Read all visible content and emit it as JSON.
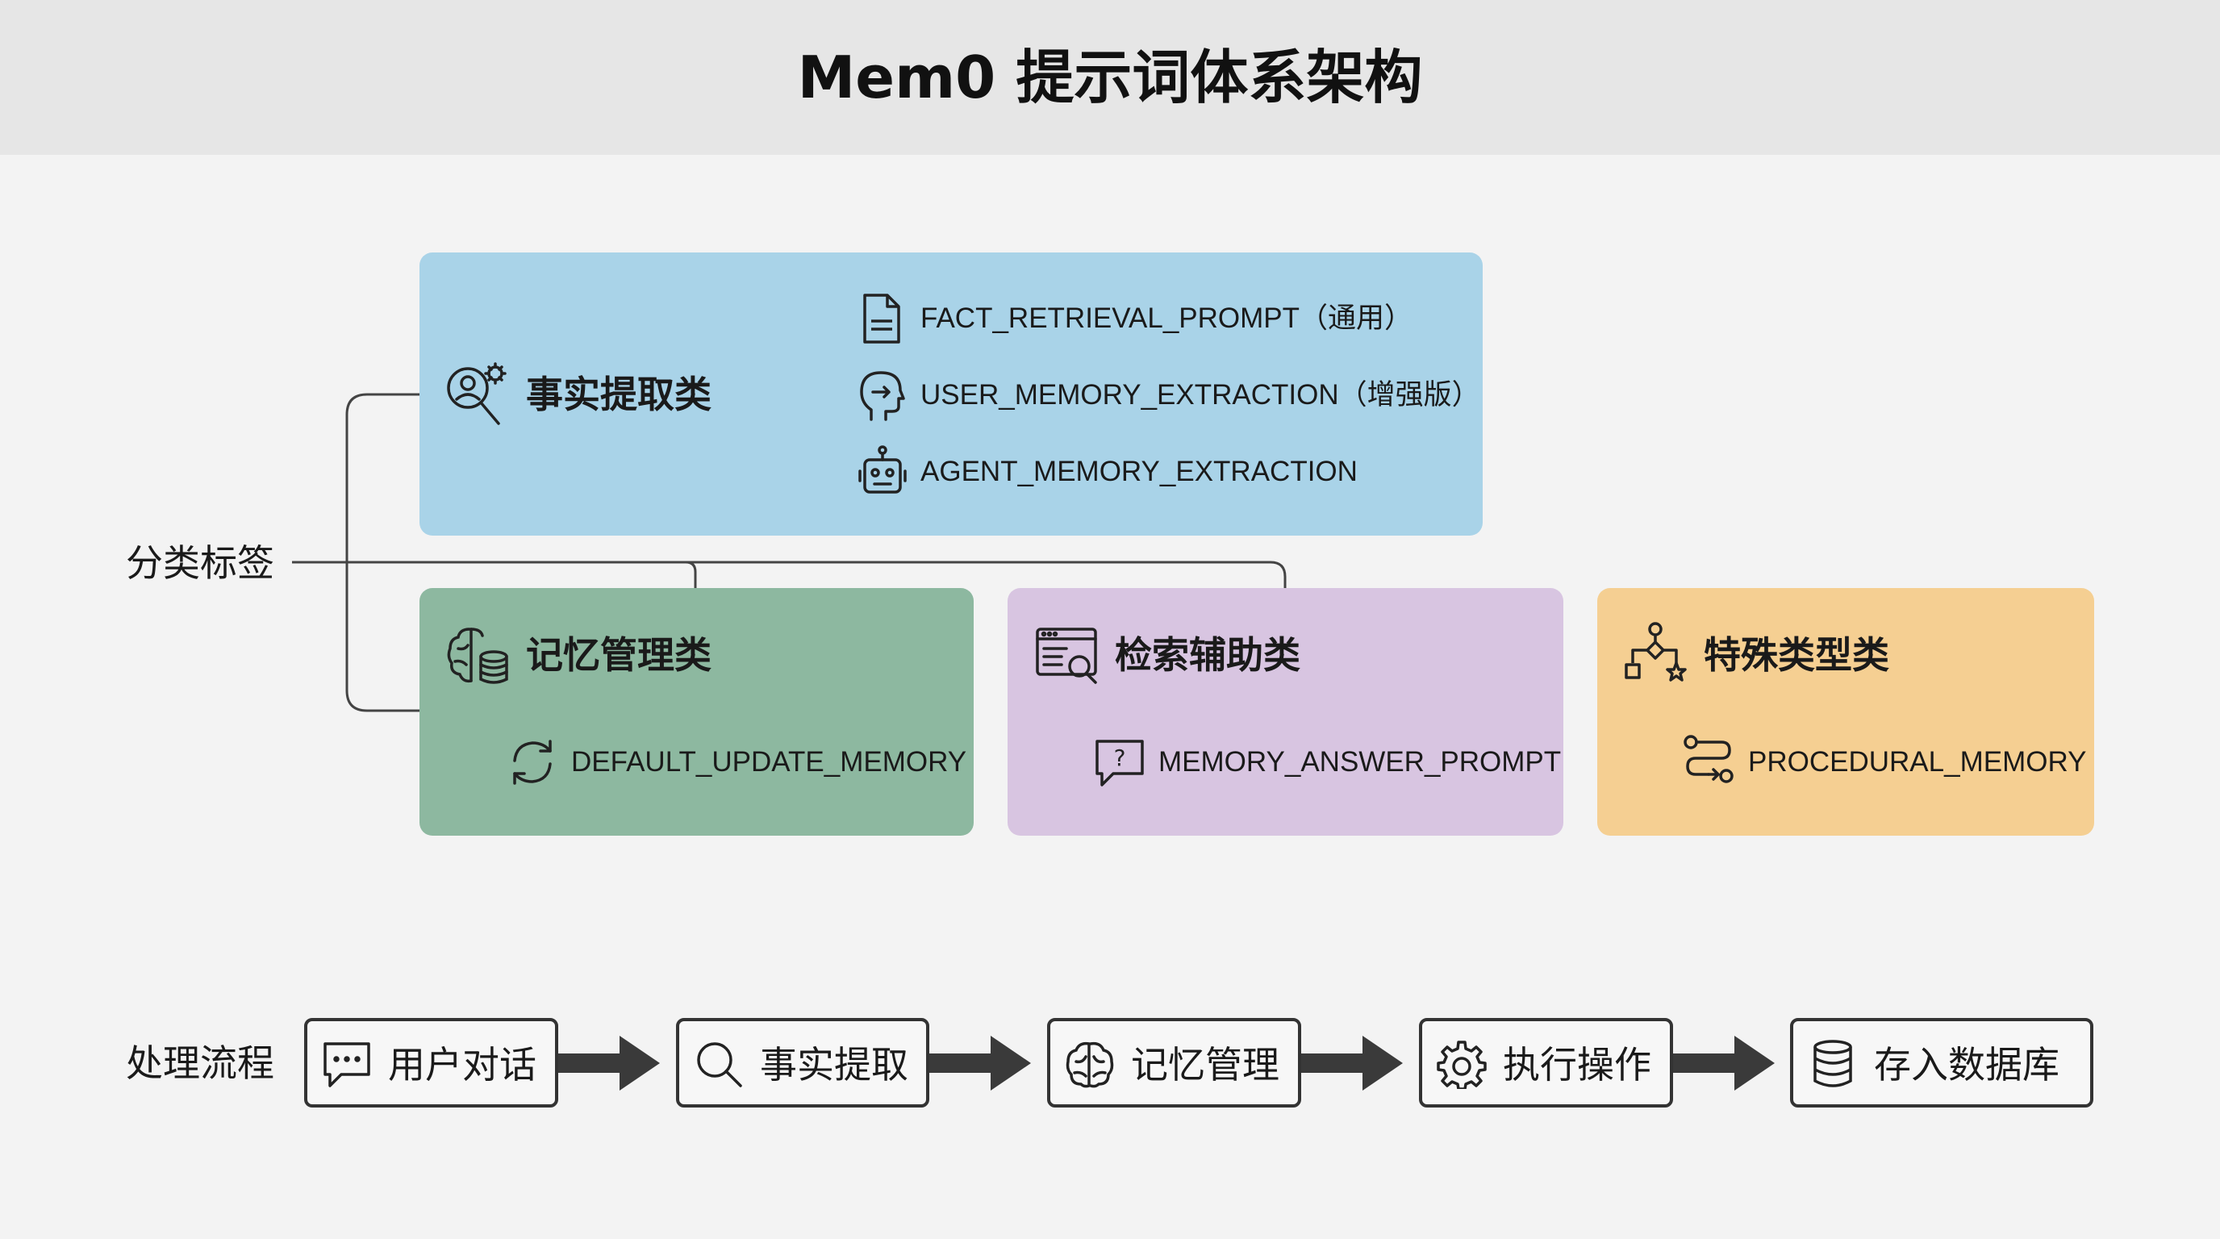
{
  "title": "Mem0 提示词体系架构",
  "taxonomy": {
    "root_label": "分类标签",
    "categories": [
      {
        "label": "事实提取类",
        "icon": "person-gear-search-icon",
        "color": "#a9d3e8",
        "items": [
          {
            "label": "FACT_RETRIEVAL_PROMPT（通用）",
            "icon": "document-icon"
          },
          {
            "label": "USER_MEMORY_EXTRACTION（增强版）",
            "icon": "head-profile-icon"
          },
          {
            "label": "AGENT_MEMORY_EXTRACTION",
            "icon": "robot-icon"
          }
        ]
      },
      {
        "label": "记忆管理类",
        "icon": "brain-database-icon",
        "color": "#8db8a0",
        "items": [
          {
            "label": "DEFAULT_UPDATE_MEMORY",
            "icon": "refresh-icon"
          }
        ]
      },
      {
        "label": "检索辅助类",
        "icon": "window-search-icon",
        "color": "#d8c5e1",
        "items": [
          {
            "label": "MEMORY_ANSWER_PROMPT",
            "icon": "question-bubble-icon"
          }
        ]
      },
      {
        "label": "特殊类型类",
        "icon": "workflow-icon",
        "color": "#f5cf92",
        "items": [
          {
            "label": "PROCEDURAL_MEMORY",
            "icon": "process-steps-icon"
          }
        ]
      }
    ]
  },
  "flow": {
    "label": "处理流程",
    "steps": [
      {
        "label": "用户对话",
        "icon": "chat-bubble-icon"
      },
      {
        "label": "事实提取",
        "icon": "search-icon"
      },
      {
        "label": "记忆管理",
        "icon": "brain-icon"
      },
      {
        "label": "执行操作",
        "icon": "gear-icon"
      },
      {
        "label": "存入数据库",
        "icon": "database-icon"
      }
    ]
  }
}
